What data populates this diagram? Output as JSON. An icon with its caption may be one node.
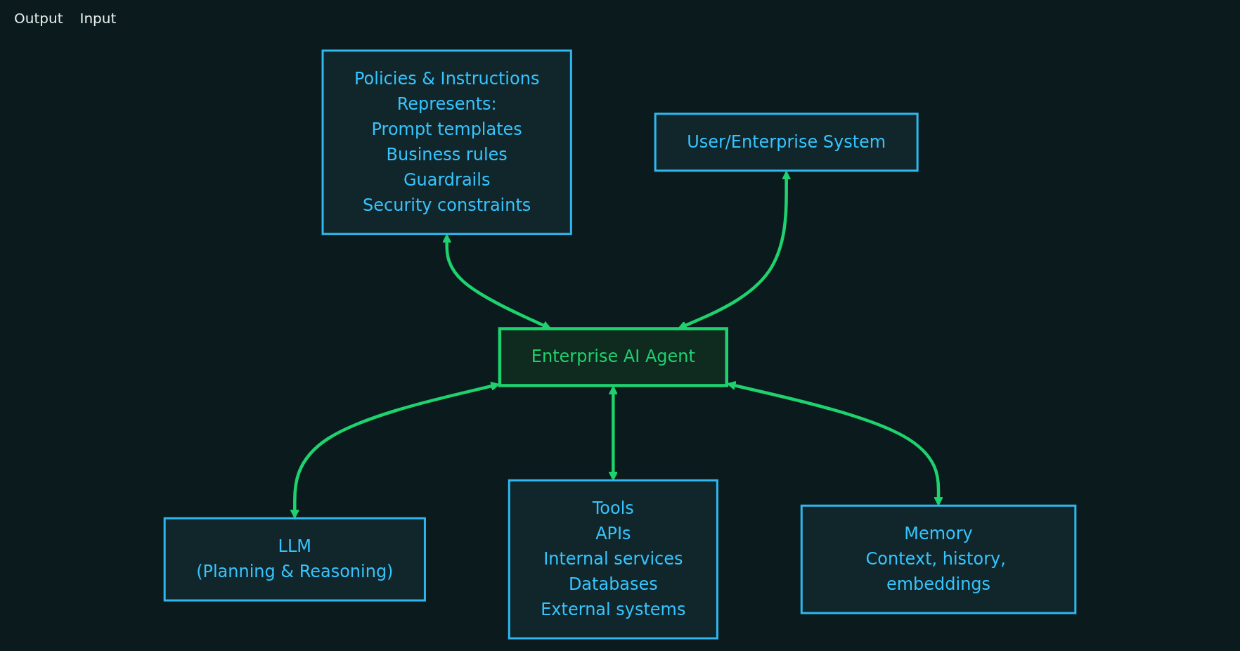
{
  "diagram": {
    "nodes": [
      {
        "text": [
          "Policies & Instructions",
          "Represents:",
          "Prompt templates",
          "Business rules",
          "Guardrails",
          "Security constraints"
        ]
      },
      {
        "text": [
          "User/Enterprise System"
        ]
      },
      {
        "text": [
          "Enterprise AI Agent"
        ]
      },
      {
        "text": [
          "LLM",
          "(Planning & Reasoning)"
        ]
      },
      {
        "text": [
          "Tools",
          "APIs",
          "Internal services",
          "Databases",
          "External systems"
        ]
      },
      {
        "text": [
          "Memory",
          "Context, history, embeddings"
        ]
      }
    ],
    "edges": [
      {
        "from": 0,
        "to": 2,
        "arrow": "both"
      },
      {
        "from": 1,
        "to": 2,
        "arrow": "both"
      },
      {
        "from": 2,
        "to": 3,
        "arrow": "both"
      },
      {
        "from": 2,
        "to": 4,
        "arrow": "both"
      },
      {
        "from": 2,
        "to": 5,
        "arrow": "both"
      }
    ],
    "labels": [
      "Output",
      "Input"
    ]
  }
}
